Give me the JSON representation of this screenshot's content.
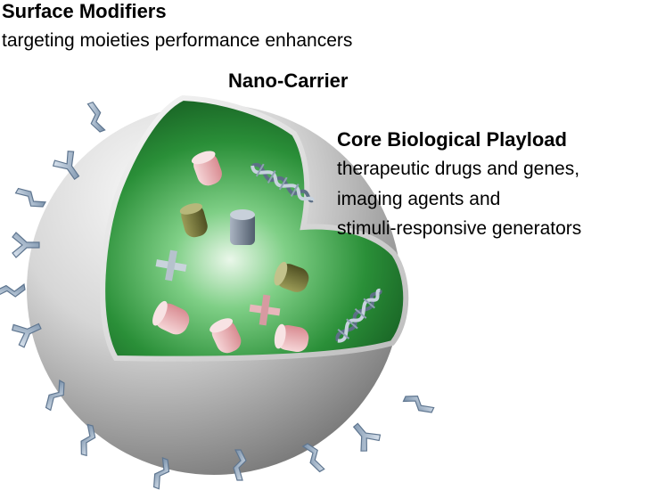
{
  "surface": {
    "title": "Surface Modifiers",
    "subtitle": "targeting moieties performance enhancers"
  },
  "carrier": {
    "title": "Nano-Carrier"
  },
  "payload": {
    "title": "Core Biological Playload",
    "lines": [
      "therapeutic drugs and genes,",
      "imaging agents and",
      "stimuli-responsive generators"
    ]
  },
  "colors": {
    "shell_light": "#f2f2f2",
    "shell_dark": "#7a7a7a",
    "core_light": "#e6f5e6",
    "core_mid": "#2f9a3d",
    "core_dark": "#0f4f1b",
    "ligand": "#9fb4c8",
    "capsule_pink": "#e9a9ad",
    "capsule_olive": "#7a7a3c",
    "capsule_slate": "#6f7c8c"
  },
  "icons": [
    "y-antibody-icon",
    "peptide-ligand-icon",
    "capsule-icon",
    "cross-icon",
    "dna-helix-icon"
  ]
}
